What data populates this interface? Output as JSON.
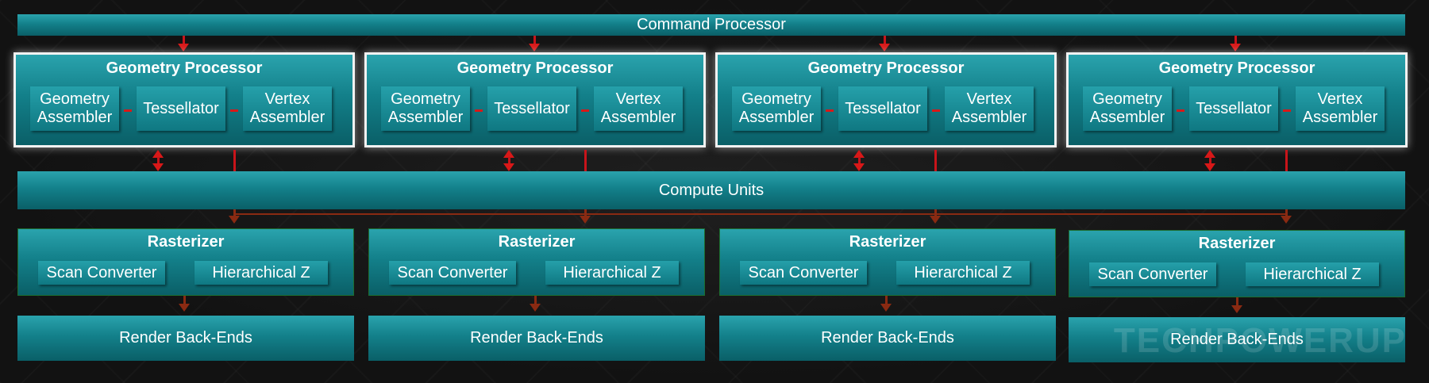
{
  "command_processor": {
    "label": "Command Processor"
  },
  "compute_units": {
    "label": "Compute Units"
  },
  "geometry_processor": {
    "title": "Geometry Processor",
    "geometry_assembler": "Geometry Assembler",
    "tessellator": "Tessellator",
    "vertex_assembler": "Vertex Assembler"
  },
  "rasterizer": {
    "title": "Rasterizer",
    "scan_converter": "Scan Converter",
    "hierarchical_z": "Hierarchical Z"
  },
  "render_back_ends": {
    "label": "Render Back-Ends"
  },
  "watermark": {
    "text": "TECHPOWERUP"
  },
  "colors": {
    "box": "#13808a",
    "arrow": "#d81818",
    "border": "#f2f2f2"
  }
}
